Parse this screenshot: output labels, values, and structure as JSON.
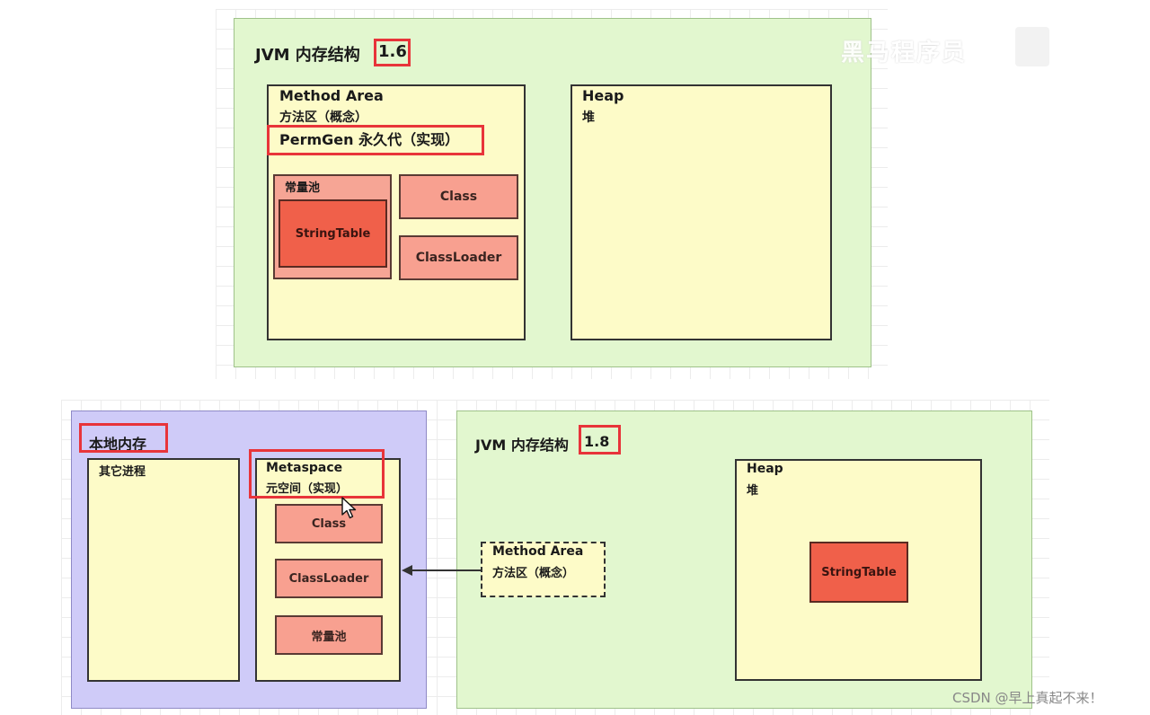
{
  "top": {
    "title": "JVM 内存结构",
    "version": "1.6",
    "watermark": "黑马程序员",
    "method_area": {
      "title": "Method Area",
      "concept": "方法区（概念）",
      "impl": "PermGen 永久代（实现）",
      "constant_pool": "常量池",
      "string_table": "StringTable",
      "class_box": "Class",
      "classloader_box": "ClassLoader"
    },
    "heap": {
      "title": "Heap",
      "sub": "堆"
    }
  },
  "bottom": {
    "native": {
      "title": "本地内存",
      "other_process": "其它进程",
      "metaspace": {
        "title": "Metaspace",
        "sub": "元空间（实现）",
        "class_box": "Class",
        "classloader_box": "ClassLoader",
        "constant_pool": "常量池"
      }
    },
    "jvm": {
      "title": "JVM 内存结构",
      "version": "1.8",
      "method_area": {
        "title": "Method Area",
        "sub": "方法区（概念）"
      },
      "heap": {
        "title": "Heap",
        "sub": "堆",
        "string_table": "StringTable"
      }
    }
  },
  "footer": {
    "credit": "CSDN @早上真起不来！"
  },
  "colors": {
    "green_panel": "#e2f7cf",
    "purple_panel": "#cfcbf8",
    "yellow_box": "#fdfbc8",
    "salmon_box": "#f8a090",
    "red_box": "#f0604a",
    "highlight": "#e8343a"
  }
}
